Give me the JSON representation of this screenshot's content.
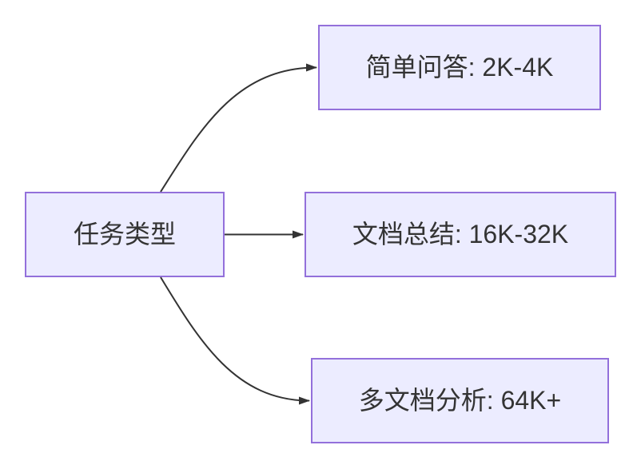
{
  "diagram": {
    "type": "flowchart-LR",
    "background_color": "#FFFFFF",
    "node_fill_color": "#ECECFF",
    "node_border_color": "#9370DB",
    "edge_color": "#333333",
    "text_color": "#333333",
    "root": {
      "id": "task-type",
      "label": "任务类型"
    },
    "nodes": [
      {
        "id": "simple-qa",
        "label": "简单问答: 2K-4K"
      },
      {
        "id": "doc-summary",
        "label": "文档总结: 16K-32K"
      },
      {
        "id": "multi-doc",
        "label": "多文档分析: 64K+"
      }
    ],
    "edges": [
      {
        "from": "task-type",
        "to": "simple-qa"
      },
      {
        "from": "task-type",
        "to": "doc-summary"
      },
      {
        "from": "task-type",
        "to": "multi-doc"
      }
    ]
  }
}
